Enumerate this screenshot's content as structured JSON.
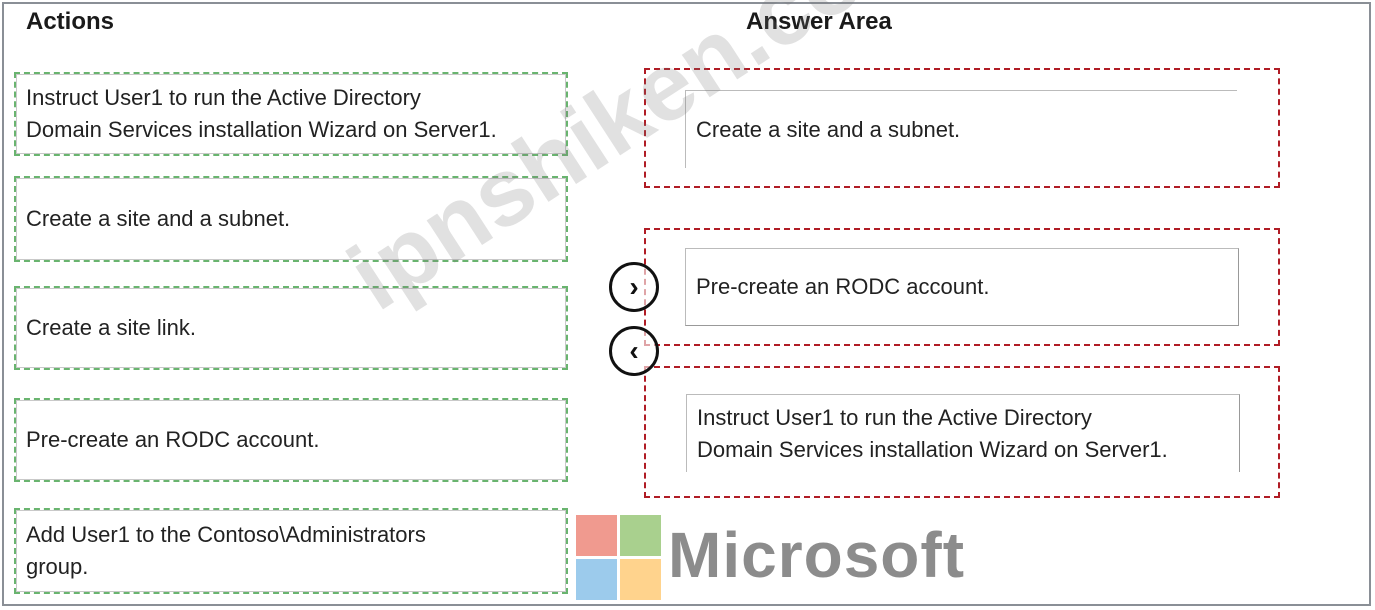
{
  "headings": {
    "actions": "Actions",
    "answer_area": "Answer Area"
  },
  "actions": [
    {
      "label": "Instruct User1 to run the Active Directory\nDomain Services installation Wizard on Server1."
    },
    {
      "label": "Create a site and a subnet."
    },
    {
      "label": "Create a site link."
    },
    {
      "label": "Pre-create an RODC account."
    },
    {
      "label": "Add User1 to the Contoso\\Administrators\ngroup."
    }
  ],
  "answer_area": [
    {
      "label": "Create a site and a subnet."
    },
    {
      "label": "Pre-create an RODC account."
    },
    {
      "label": "Instruct User1 to run the Active Directory\nDomain Services installation Wizard on Server1."
    }
  ],
  "controls": {
    "move_right_icon": "chevron-right-icon",
    "move_left_icon": "chevron-left-icon"
  },
  "logo": {
    "text": "Microsoft",
    "colors": [
      "#f35325",
      "#81bc06",
      "#05a6f0",
      "#ffba08"
    ]
  },
  "watermark": "ipnshiken.com",
  "colors": {
    "action_border": "#69b46f",
    "slot_border": "#b01c25"
  }
}
